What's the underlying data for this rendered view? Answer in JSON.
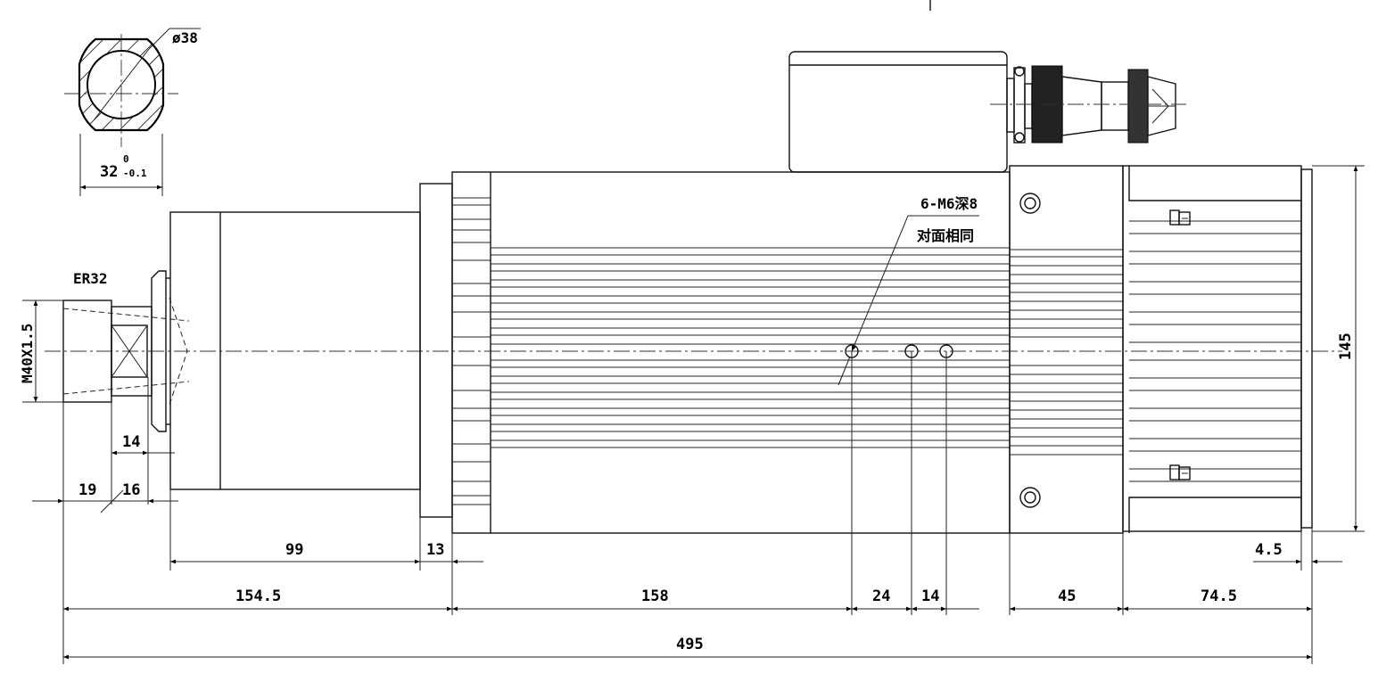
{
  "labels": {
    "diameter": "ø38",
    "flat_width": "32",
    "tol_upper": "0",
    "tol_lower": "-0.1",
    "collet": "ER32",
    "thread": "M40X1.5",
    "hole_spec": "6-M6深8",
    "hole_note": "对面相同"
  },
  "dimensions": {
    "d14_nose": "14",
    "d19": "19",
    "d16": "16",
    "d99": "99",
    "d13": "13",
    "d154_5": "154.5",
    "d158": "158",
    "d24": "24",
    "d14_holes": "14",
    "d45": "45",
    "d74_5": "74.5",
    "d4_5": "4.5",
    "d495": "495",
    "d145": "145"
  }
}
